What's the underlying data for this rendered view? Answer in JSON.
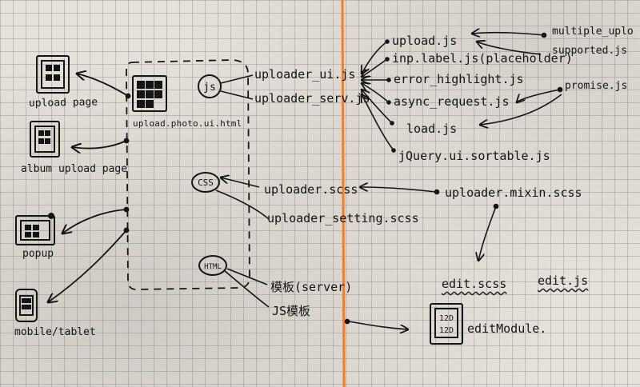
{
  "left": {
    "upload_page": "upload page",
    "album_upload_page": "album upload page",
    "popup": "popup",
    "mobile_tablet": "mobile/tablet",
    "main_file": "upload.photo.ui.html"
  },
  "badges": {
    "js": "js",
    "css": "CSS",
    "html": "HTML"
  },
  "files": {
    "uploader_ui_js": "uploader_ui.js",
    "uploader_service_js": "uploader_serv.js",
    "uploader_scss": "uploader.scss",
    "uploader_setting_scss": "uploader_setting.scss",
    "template_server": "模板(server)",
    "js_template": "JS模板"
  },
  "deps": {
    "upload_js": "upload.js",
    "inp_label_js": "inp.label.js(placeholder)",
    "error_highlight_js": "error_highlight.js",
    "async_request_js": "async_request.js",
    "load_js": "load.js",
    "jquery_ui_sortable_js": "jQuery.ui.sortable.js",
    "multiple_upload": "multiple_uplo",
    "supported": "supported.js",
    "promise_js": "promise.js",
    "uploader_mixin_scss": "uploader.mixin.scss",
    "edit_scss": "edit.scss",
    "edit_js": "edit.js",
    "edit_module": "editModule."
  },
  "colors": {
    "ink": "#151515",
    "margin_line": "#ff7a1a",
    "grid": "#8a8aa0"
  }
}
